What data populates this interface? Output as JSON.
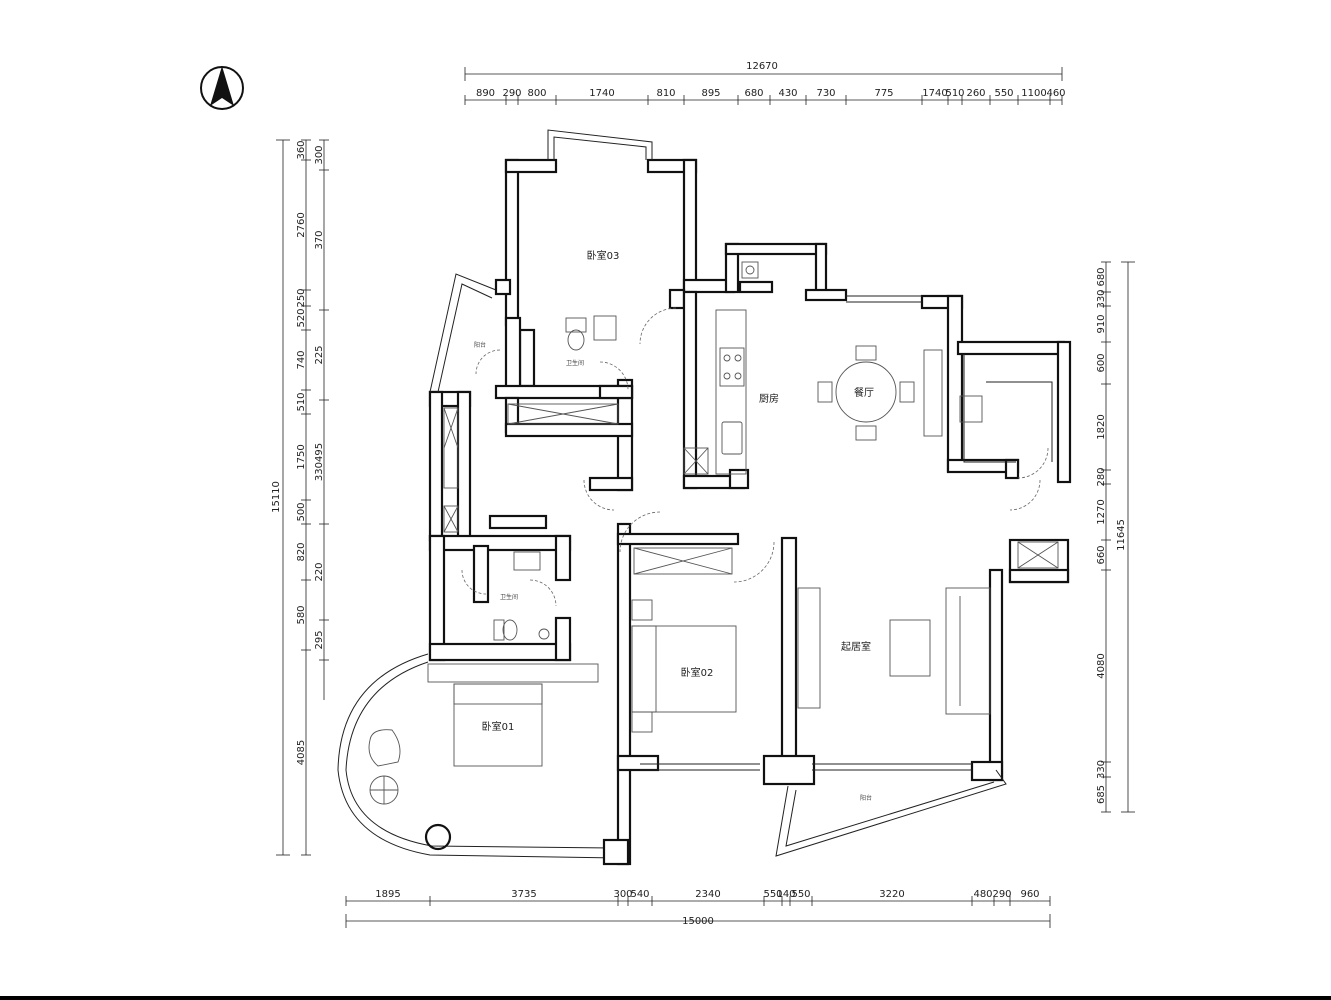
{
  "dimensions": {
    "top_total": "12670",
    "top_segments": [
      "890",
      "290",
      "800",
      "1740",
      "810",
      "895",
      "680",
      "430",
      "730",
      "775",
      "1740",
      "510",
      "260",
      "550",
      "1100",
      "460"
    ],
    "bottom_segments": [
      "1895",
      "3735",
      "300",
      "540",
      "2340",
      "550",
      "140",
      "550",
      "3220",
      "480",
      "290",
      "960"
    ],
    "bottom_total": "15000",
    "left_total": "15110",
    "left_outer": [
      "360",
      "2760",
      "250",
      "520",
      "740",
      "510",
      "1750",
      "500",
      "820",
      "580",
      "4085"
    ],
    "left_inner": [
      "300",
      "370",
      "225",
      "330495",
      "220",
      "295"
    ],
    "right_total": "11645",
    "right_segments": [
      "680",
      "330",
      "910",
      "600",
      "1820",
      "280",
      "1270",
      "660",
      "4080",
      "330",
      "685"
    ]
  },
  "rooms": {
    "bedroom03": "卧室03",
    "kitchen": "厨房",
    "dining": "餐厅",
    "living": "起居室",
    "bedroom02": "卧室02",
    "bedroom01": "卧室01",
    "bathroom_a": "卫生间",
    "bathroom_b": "卫生间",
    "balcony_small": "阳台",
    "balcony_living": "阳台"
  },
  "icons": {
    "north_arrow": "north-arrow-icon"
  }
}
